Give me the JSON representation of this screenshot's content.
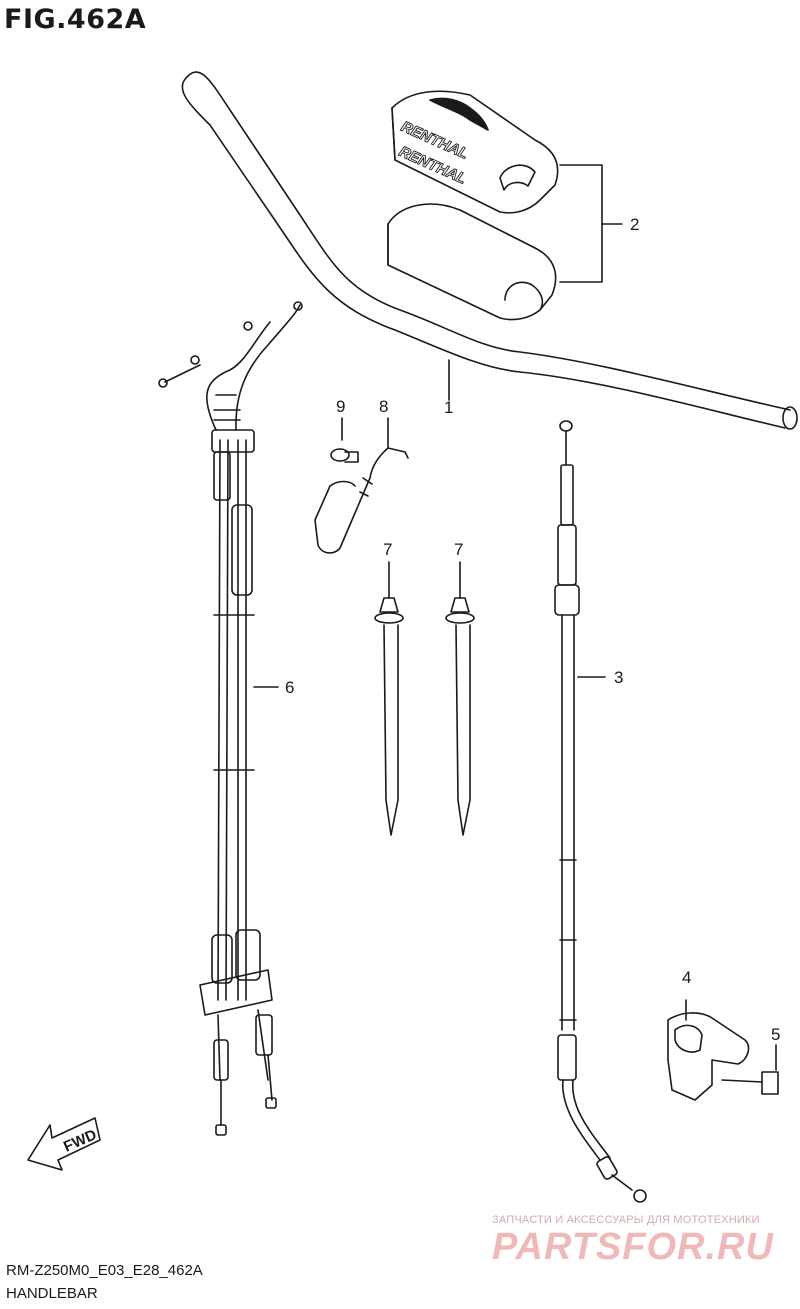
{
  "figure": {
    "title": "FIG.462A"
  },
  "footer": {
    "code": "RM-Z250M0_E03_E28_462A",
    "name": "HANDLEBAR"
  },
  "callouts": [
    "1",
    "2",
    "3",
    "4",
    "5",
    "6",
    "7",
    "7",
    "8",
    "9"
  ],
  "grip_cover_text": "RENTHAL",
  "direction_label": "FWD",
  "watermark": {
    "tagline": "ЗАПЧАСТИ И АКСЕССУАРЫ ДЛЯ МОТОТЕХНИКИ",
    "logo": "PARTSFOR.RU"
  }
}
